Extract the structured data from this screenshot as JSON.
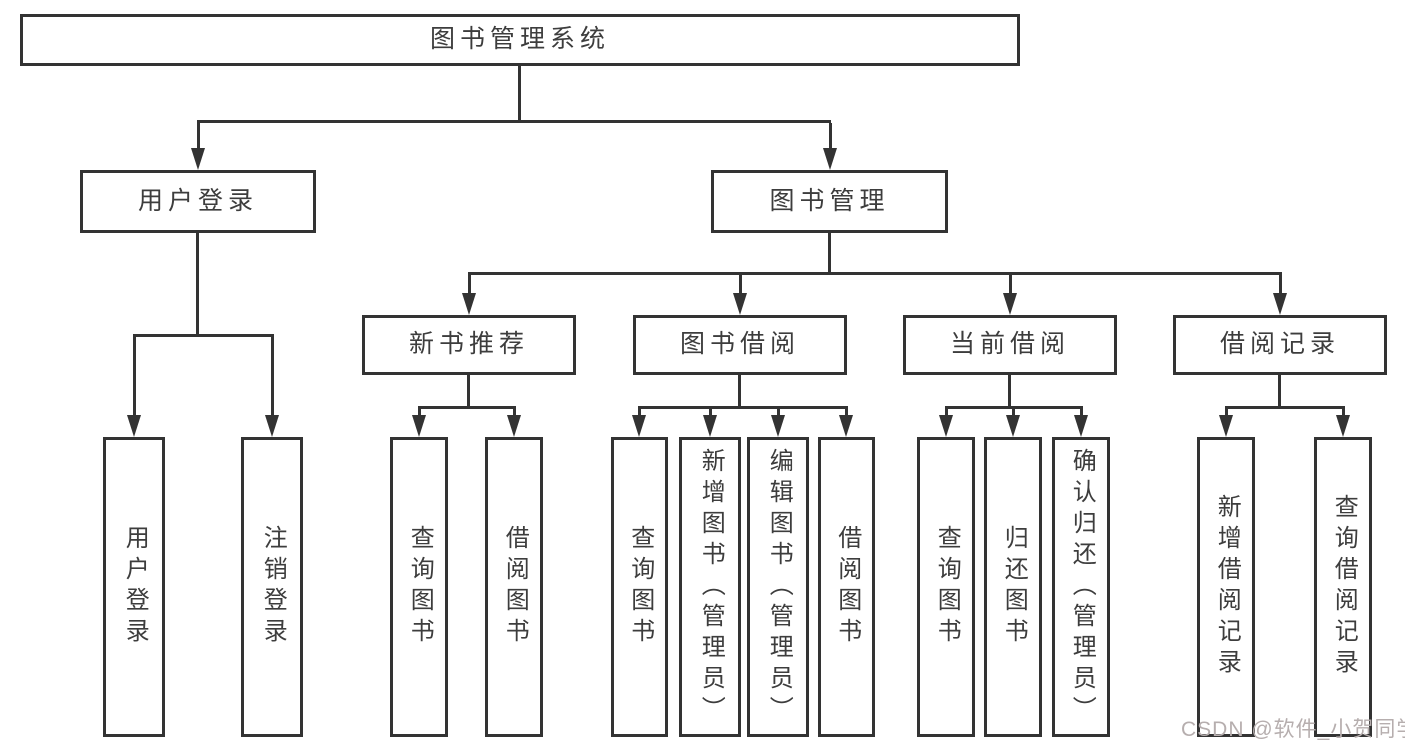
{
  "diagram": {
    "root": {
      "label": "图书管理系统"
    },
    "level2": [
      {
        "label": "用户登录"
      },
      {
        "label": "图书管理"
      }
    ],
    "level3": [
      {
        "label": "新书推荐"
      },
      {
        "label": "图书借阅"
      },
      {
        "label": "当前借阅"
      },
      {
        "label": "借阅记录"
      }
    ],
    "leaves": {
      "user_login": [
        {
          "label": "用户登录"
        },
        {
          "label": "注销登录"
        }
      ],
      "new_book_recommendation": [
        {
          "label": "查询图书"
        },
        {
          "label": "借阅图书"
        }
      ],
      "book_borrowing": [
        {
          "label": "查询图书"
        },
        {
          "label": "新增图书（管理员）"
        },
        {
          "label": "编辑图书（管理员）"
        },
        {
          "label": "借阅图书"
        }
      ],
      "current_borrowing": [
        {
          "label": "查询图书"
        },
        {
          "label": "归还图书"
        },
        {
          "label": "确认归还（管理员）"
        }
      ],
      "borrowing_records": [
        {
          "label": "新增借阅记录"
        },
        {
          "label": "查询借阅记录"
        }
      ]
    },
    "watermark": "CSDN @软件_小贺同学",
    "colors": {
      "line": "#333333",
      "text": "#3d3d3d",
      "background": "#ffffff",
      "watermark": "#b6aeae"
    }
  }
}
